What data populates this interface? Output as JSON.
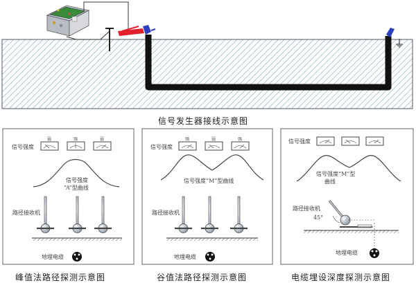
{
  "top_caption": "信号发生器接线示意图",
  "panels": [
    {
      "caption": "峰值法路径探测示意图",
      "meter_labels": [
        "弱",
        "强",
        "弱"
      ],
      "signal_label": "信号强度",
      "curve_label_line1": "信号强度",
      "curve_label_line2": "“A”型曲线",
      "receiver_label": "路径接收机",
      "cable_label": "地埋电缆"
    },
    {
      "caption": "谷值法路径探测示意图",
      "meter_labels": [
        "强",
        "弱",
        "强"
      ],
      "signal_label": "信号强度",
      "curve_label": "信号强度“M”型曲线",
      "receiver_label": "路径接收机",
      "cable_label": "地埋电缆"
    },
    {
      "caption": "电缆埋设深度探测示意图",
      "signal_label": "信号强度",
      "curve_label_line1": "信号强度“M”型",
      "curve_label_line2": "曲线",
      "receiver_label": "路径接收机",
      "angle_label": "45°",
      "cable_label": "地埋电缆"
    }
  ],
  "colors": {
    "ground_hatch": "#7fa8a8",
    "cable": "#111111",
    "red_clip": "#e0202a",
    "blue_clip": "#2c3fbf",
    "device_green": "#3a8a3a"
  }
}
